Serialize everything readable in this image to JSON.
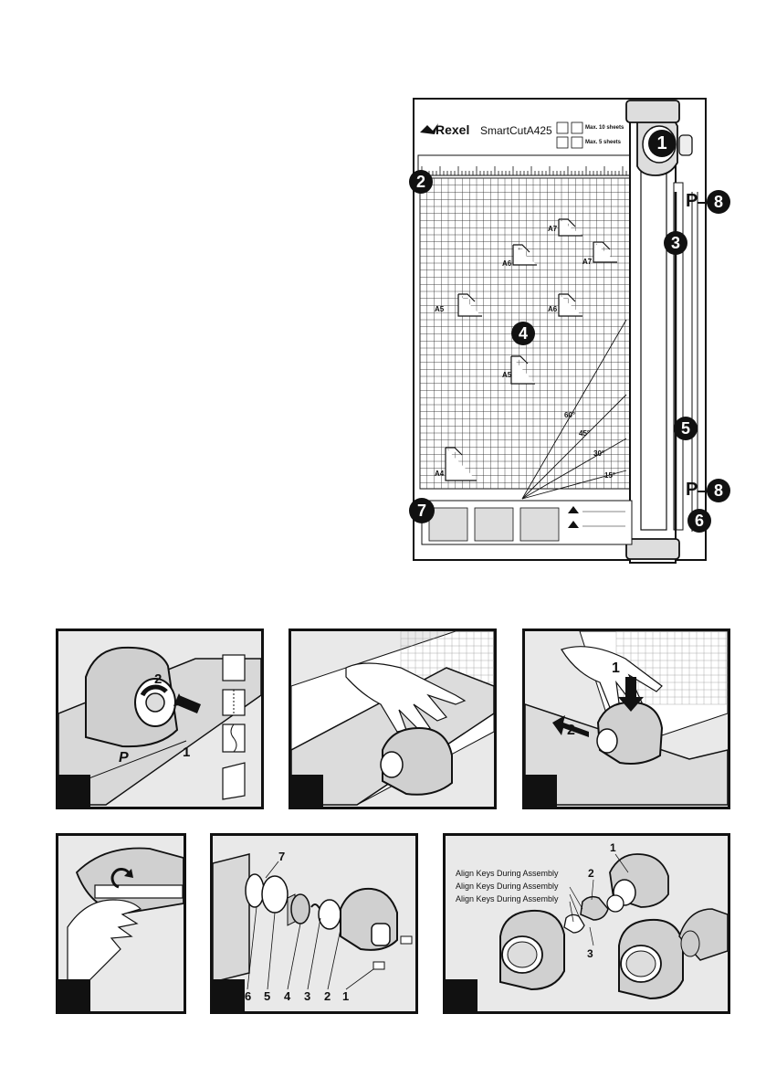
{
  "cutter": {
    "brand": "Rexel",
    "model": "SmartCut",
    "model_number": "A425",
    "max_10": "Max. 10 sheets",
    "max_5": "Max. 5 sheets",
    "paper_labels": {
      "a7a": "A7",
      "a6a": "A6",
      "a7b": "A7",
      "a5a": "A5",
      "a6b": "A6",
      "a5b": "A5",
      "a4": "A4"
    },
    "angles": {
      "a60": "60°",
      "a45": "45°",
      "a30": "30°",
      "a15": "15°"
    }
  },
  "callouts": {
    "c1": "1",
    "c2": "2",
    "c3": "3",
    "c4": "4",
    "c5": "5",
    "c6": "6",
    "c7": "7",
    "c8a": "8",
    "c8b": "8",
    "p_top": "P",
    "p_bottom": "P"
  },
  "panels": {
    "p1": {
      "num_1": "1",
      "num_2": "2",
      "rail_letter": "P"
    },
    "p3": {
      "num_1": "1",
      "num_2": "2"
    },
    "p5": {
      "parts": [
        "6",
        "5",
        "4",
        "3",
        "2",
        "1"
      ],
      "num_7": "7"
    },
    "p6": {
      "assembly_lines": [
        "Align Keys During Assembly",
        "Align Keys During Assembly",
        "Align Keys During Assembly"
      ],
      "num_1": "1",
      "num_2": "2",
      "num_3": "3"
    }
  }
}
